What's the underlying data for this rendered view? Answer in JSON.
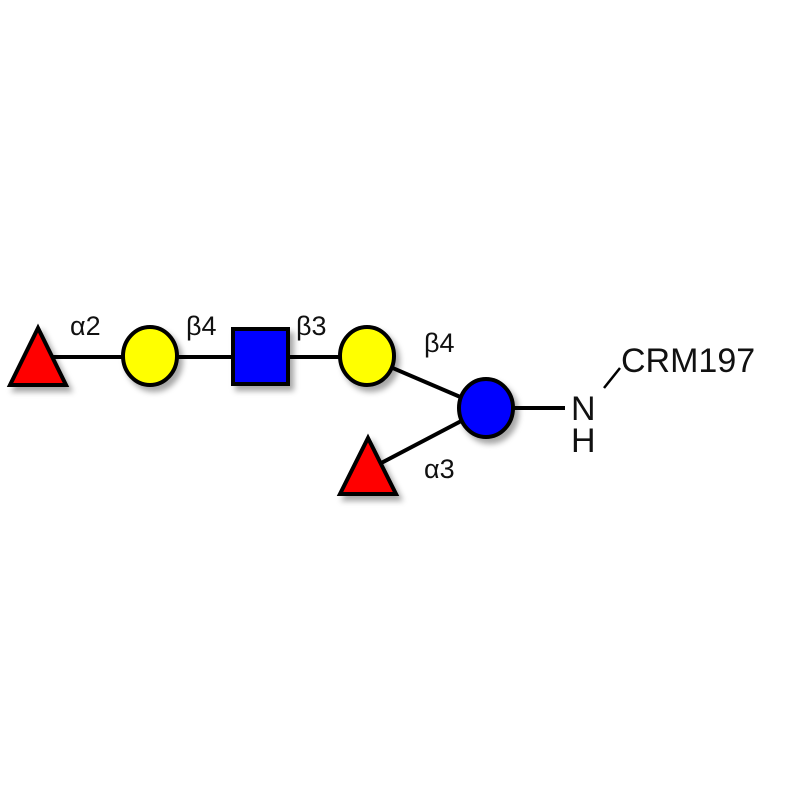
{
  "diagram": {
    "linkages": {
      "fuc_to_gal1": "α2",
      "gal1_to_glcnac": "β4",
      "glcnac_to_gal2": "β3",
      "gal2_to_glc": "β4",
      "fuc2_to_glc": "α3"
    },
    "linker": {
      "n": "N",
      "h": "H"
    },
    "carrier": "CRM197",
    "colors": {
      "fucose": "#ff0000",
      "galactose": "#ffff00",
      "glcnac": "#0000ff",
      "glucose": "#0000ff",
      "line": "#000000"
    }
  }
}
